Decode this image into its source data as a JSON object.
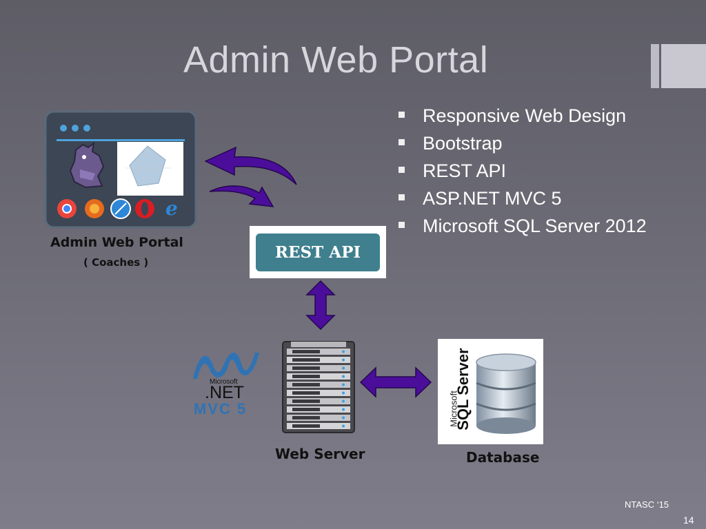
{
  "slide": {
    "title": "Admin Web Portal",
    "bullets": [
      "Responsive Web Design",
      "Bootstrap",
      "REST API",
      "ASP.NET MVC 5",
      "Microsoft SQL Server 2012"
    ],
    "footer_text": "NTASC ‘15",
    "page_number": "14"
  },
  "diagram": {
    "portal_caption": "Admin Web Portal",
    "portal_subcaption": "( Coaches )",
    "rest_api_label": "REST API",
    "dotnet_small": "Microsoft",
    "dotnet_main": ".NET",
    "dotnet_mvc": "MVC 5",
    "web_server_caption": "Web Server",
    "db_label_small": "Microsoft",
    "db_label_big": "SQL Server",
    "database_caption": "Database"
  },
  "colors": {
    "arrow_purple": "#4b0e9a",
    "rest_teal": "#3f7f8e",
    "dotnet_blue": "#2f73b5"
  }
}
